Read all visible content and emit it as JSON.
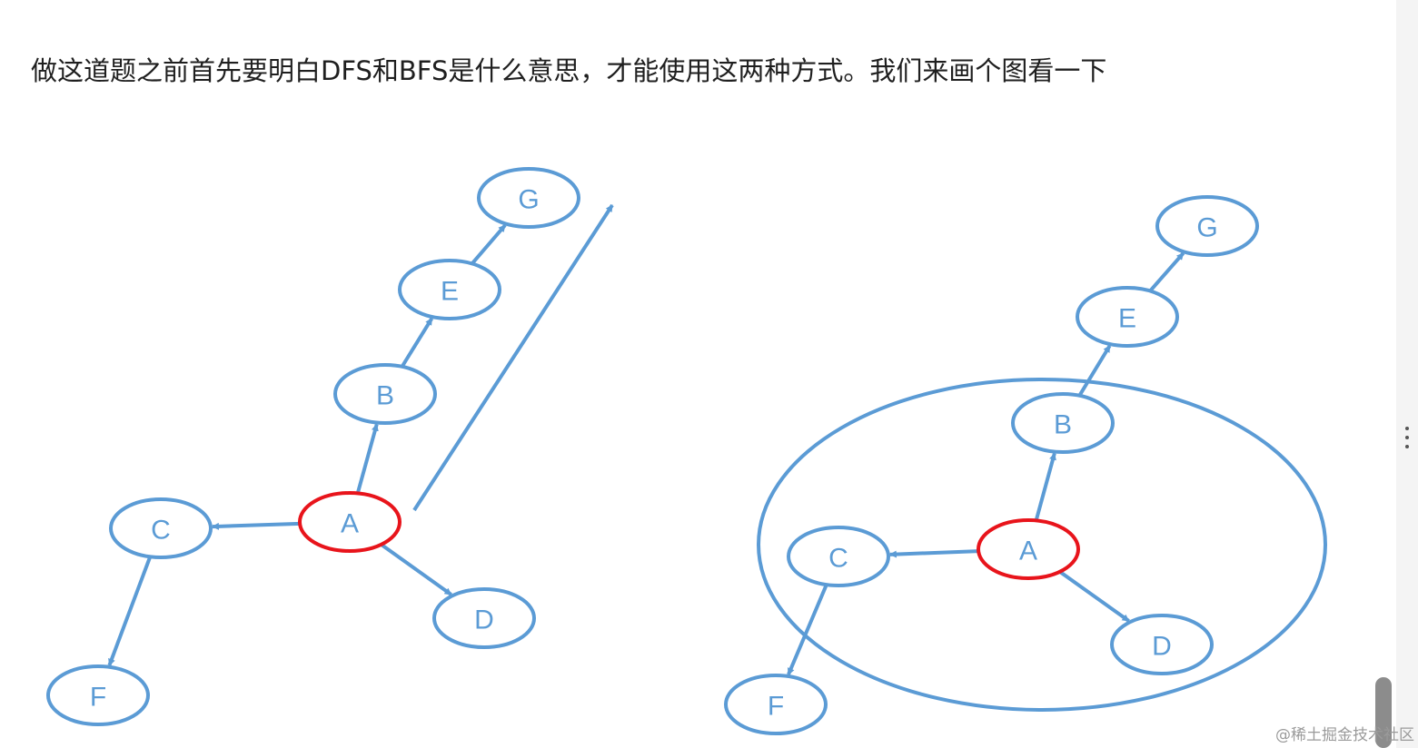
{
  "intro_text": "做这道题之前首先要明白DFS和BFS是什么意思，才能使用这两种方式。我们来画个图看一下",
  "colors": {
    "node_stroke": "#5b9bd5",
    "root_stroke": "#e8141b",
    "edge": "#5b9bd5",
    "label": "#5b9bd5"
  },
  "diagrams": [
    {
      "nodes": [
        {
          "id": "A",
          "label": "A",
          "root": true
        },
        {
          "id": "B",
          "label": "B"
        },
        {
          "id": "C",
          "label": "C"
        },
        {
          "id": "D",
          "label": "D"
        },
        {
          "id": "E",
          "label": "E"
        },
        {
          "id": "F",
          "label": "F"
        },
        {
          "id": "G",
          "label": "G"
        }
      ],
      "edges": [
        {
          "from": "A",
          "to": "B"
        },
        {
          "from": "A",
          "to": "C"
        },
        {
          "from": "A",
          "to": "D"
        },
        {
          "from": "B",
          "to": "E"
        },
        {
          "from": "E",
          "to": "G"
        },
        {
          "from": "C",
          "to": "F"
        }
      ],
      "depth_arrow": true
    },
    {
      "nodes": [
        {
          "id": "A",
          "label": "A",
          "root": true
        },
        {
          "id": "B",
          "label": "B"
        },
        {
          "id": "C",
          "label": "C"
        },
        {
          "id": "D",
          "label": "D"
        },
        {
          "id": "E",
          "label": "E"
        },
        {
          "id": "F",
          "label": "F"
        },
        {
          "id": "G",
          "label": "G"
        }
      ],
      "edges": [
        {
          "from": "A",
          "to": "B"
        },
        {
          "from": "A",
          "to": "C"
        },
        {
          "from": "A",
          "to": "D"
        },
        {
          "from": "B",
          "to": "E"
        },
        {
          "from": "E",
          "to": "G"
        },
        {
          "from": "C",
          "to": "F"
        }
      ],
      "breadth_circle": true
    }
  ],
  "watermark": "@稀土掘金技术社区"
}
